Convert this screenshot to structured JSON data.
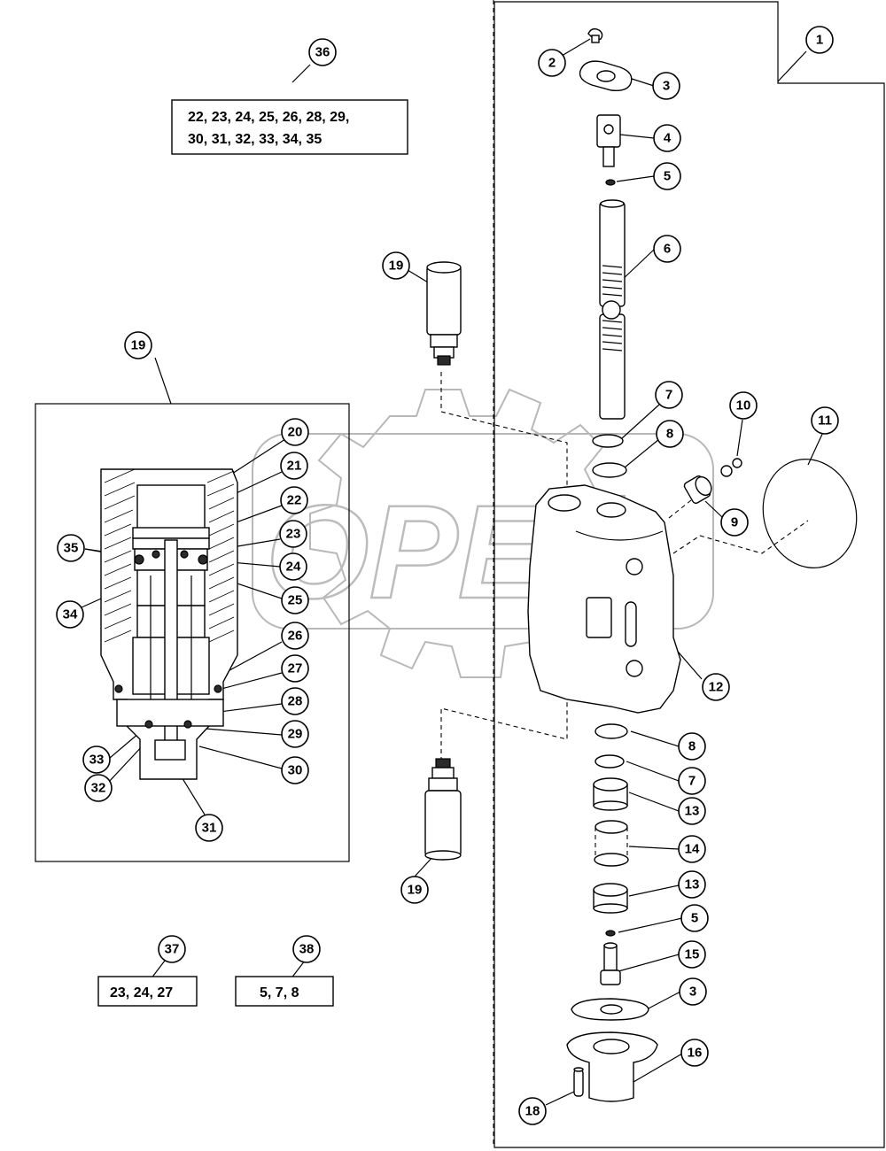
{
  "watermark": {
    "text": "OPEX"
  },
  "callouts": {
    "c1": "1",
    "c2": "2",
    "c3a": "3",
    "c4": "4",
    "c5a": "5",
    "c6": "6",
    "c7a": "7",
    "c8a": "8",
    "c9": "9",
    "c10": "10",
    "c11": "11",
    "c12": "12",
    "c8b": "8",
    "c7b": "7",
    "c13a": "13",
    "c14": "14",
    "c13b": "13",
    "c5b": "5",
    "c15": "15",
    "c3b": "3",
    "c16": "16",
    "c18": "18",
    "c19top": "19",
    "c19bottom": "19",
    "c19detail": "19",
    "c20": "20",
    "c21": "21",
    "c22": "22",
    "c23": "23",
    "c24": "24",
    "c25": "25",
    "c26": "26",
    "c27": "27",
    "c28": "28",
    "c29": "29",
    "c30": "30",
    "c31": "31",
    "c32": "32",
    "c33": "33",
    "c34": "34",
    "c35": "35",
    "c36": "36",
    "c37": "37",
    "c38": "38"
  },
  "kits": {
    "kit36": {
      "line1": "22, 23, 24, 25, 26, 28, 29,",
      "line2": "30, 31, 32, 33, 34, 35"
    },
    "kit37": {
      "text": "23, 24, 27"
    },
    "kit38": {
      "text": "5, 7, 8"
    }
  }
}
